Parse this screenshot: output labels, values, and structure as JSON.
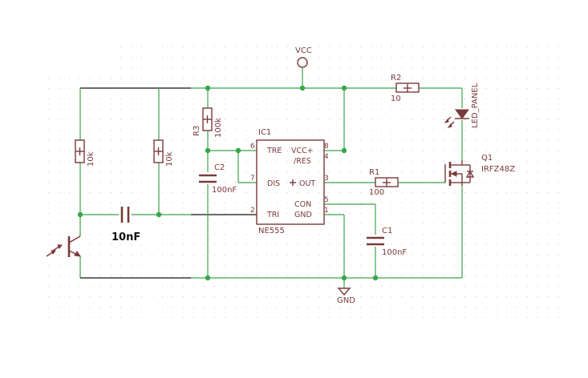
{
  "vcc_label": "VCC",
  "gnd_label": "GND",
  "ic": {
    "name": "IC1",
    "value": "NE555",
    "pins_left": [
      {
        "num": "6",
        "label": "TRE"
      },
      {
        "num": "7",
        "label": "DIS"
      },
      {
        "num": "2",
        "label": "TRI"
      }
    ],
    "pins_right": [
      {
        "num": "8",
        "label": "VCC+"
      },
      {
        "num": "4",
        "label": "/RES"
      },
      {
        "num": "3",
        "label": "OUT"
      },
      {
        "num": "5",
        "label": "CON"
      },
      {
        "num": "1",
        "label": "GND"
      }
    ]
  },
  "parts": {
    "r2": {
      "name": "R2",
      "value": "10"
    },
    "r1": {
      "name": "R1",
      "value": "100"
    },
    "r3": {
      "name": "R3",
      "value": "100k"
    },
    "r_left": {
      "value": "10k"
    },
    "r_mid": {
      "value": "10k"
    },
    "c1": {
      "name": "C1",
      "value": "100nF"
    },
    "c2": {
      "name": "C2",
      "value": "100nF"
    },
    "c_coupling": {
      "value": "10nF"
    },
    "led": {
      "name": "LED_PANEL"
    },
    "q1": {
      "name": "Q1",
      "value": "IRFZ48Z"
    }
  },
  "colors": {
    "wire": "#3aa54a",
    "part": "#7a3a3a",
    "grid": "#c8c8c8"
  }
}
